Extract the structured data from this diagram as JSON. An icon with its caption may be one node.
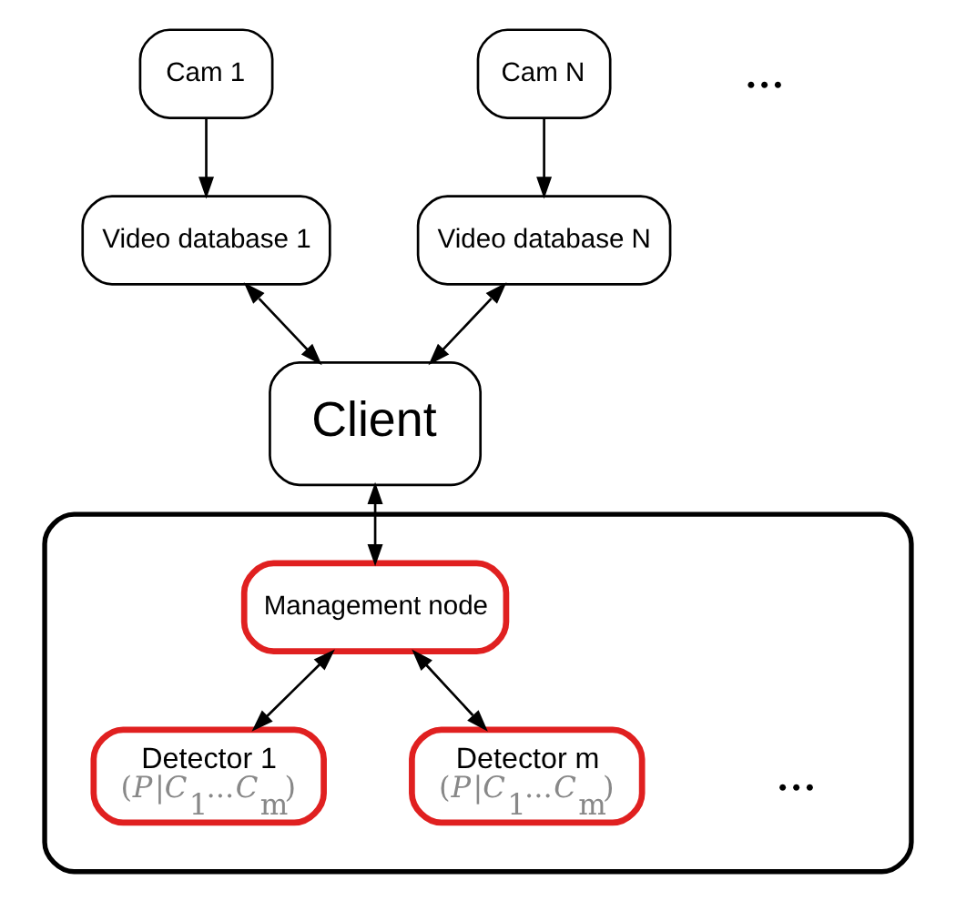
{
  "diagram": {
    "nodes": [
      {
        "text": [
          "Cam 1"
        ]
      },
      {
        "text": [
          "Cam N"
        ]
      },
      {
        "text": [
          "Video database 1"
        ]
      },
      {
        "text": [
          "Video database N"
        ]
      },
      {
        "text": [
          "Client"
        ]
      },
      {
        "text": [],
        "shape": "ellipse"
      },
      {
        "text": [
          "Management node"
        ],
        "in": 5
      },
      {
        "text": [
          "Detector 1",
          "(*P*|*C*$_{1}$...*C*$_{m}$)"
        ],
        "in": 5
      },
      {
        "text": [
          "Detector m",
          "(*P*|*C*$_{1}$...*C*$_{m}$)"
        ],
        "in": 5
      }
    ],
    "edges": [
      {
        "from": 0,
        "to": 2,
        "arrow": "to"
      },
      {
        "from": 1,
        "to": 3,
        "arrow": "to"
      },
      {
        "from": 2,
        "to": 4,
        "arrow": "both"
      },
      {
        "from": 3,
        "to": 4,
        "arrow": "both"
      },
      {
        "from": 4,
        "to": 6,
        "arrow": "both"
      },
      {
        "from": 6,
        "to": 7,
        "arrow": "both"
      },
      {
        "from": 6,
        "to": 8,
        "arrow": "both"
      }
    ],
    "labels": [
      "...",
      "..."
    ]
  }
}
